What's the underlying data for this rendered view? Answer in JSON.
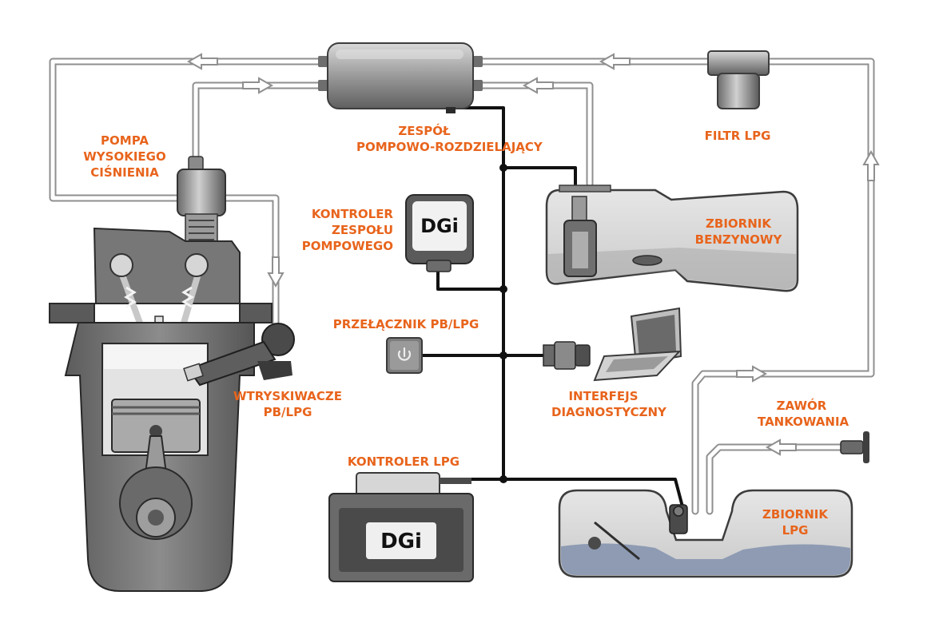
{
  "labels": {
    "pump_unit": [
      "ZESPÓŁ",
      "POMPOWO-ROZDZIELAJĄCY"
    ],
    "lpg_filter": [
      "FILTR LPG"
    ],
    "high_pressure_pump": [
      "POMPA",
      "WYSOKIEGO",
      "CIŚNIENIA"
    ],
    "pump_controller": [
      "KONTROLER",
      "ZESPOŁU",
      "POMPOWEGO"
    ],
    "petrol_tank": [
      "ZBIORNIK",
      "BENZYNOWY"
    ],
    "switch": [
      "PRZEŁĄCZNIK PB/LPG"
    ],
    "injectors": [
      "WTRYSKIWACZE",
      "PB/LPG"
    ],
    "diag_interface": [
      "INTERFEJS",
      "DIAGNOSTYCZNY"
    ],
    "filler_valve": [
      "ZAWÓR",
      "TANKOWANIA"
    ],
    "lpg_controller": [
      "KONTROLER LPG"
    ],
    "lpg_tank": [
      "ZBIORNIK",
      "LPG"
    ]
  },
  "logo_text": "DGi",
  "colors": {
    "label": "#e8641c",
    "wire": "#111111",
    "pipe": "#9a9a9a",
    "fuel": "#8e9bb3"
  }
}
